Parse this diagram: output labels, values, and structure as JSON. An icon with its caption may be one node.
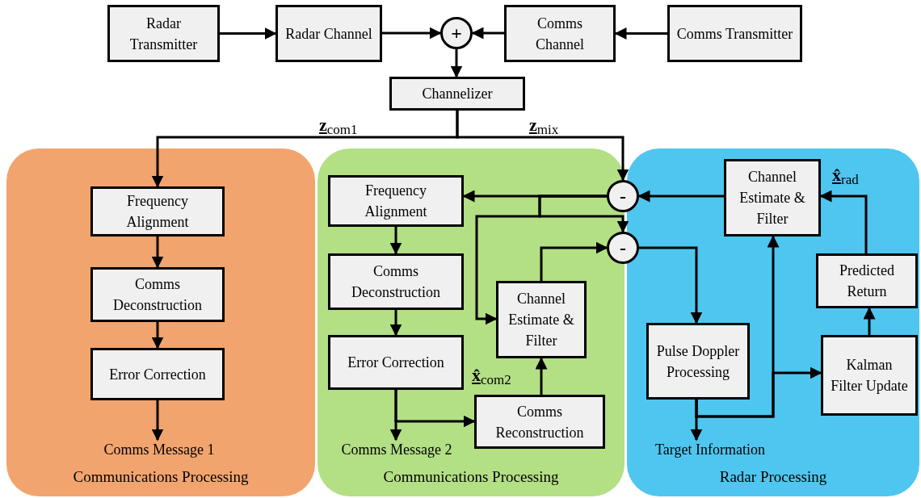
{
  "diagram": {
    "nodes": [
      {
        "text": [
          "Radar Transmitter"
        ]
      },
      {
        "text": [
          "Radar Channel"
        ]
      },
      {
        "text": [
          "+"
        ]
      },
      {
        "text": [
          "Comms Channel"
        ]
      },
      {
        "text": [
          "Comms Transmitter"
        ]
      },
      {
        "text": [
          "Channelizer"
        ]
      },
      {
        "text": [
          "Communications Processing"
        ]
      },
      {
        "text": [
          "Frequency Alignment"
        ],
        "in": 6
      },
      {
        "text": [
          "Comms Deconstruction"
        ],
        "in": 6
      },
      {
        "text": [
          "Error Correction"
        ],
        "in": 6
      },
      {
        "text": [
          "Comms Message 1"
        ],
        "in": 6
      },
      {
        "text": [
          "Communications Processing"
        ]
      },
      {
        "text": [
          "Frequency Alignment"
        ],
        "in": 11
      },
      {
        "text": [
          "Comms Deconstruction"
        ],
        "in": 11
      },
      {
        "text": [
          "Error Correction"
        ],
        "in": 11
      },
      {
        "text": [
          "Channel Estimate & Filter"
        ],
        "in": 11
      },
      {
        "text": [
          "Comms Reconstruction"
        ],
        "in": 11
      },
      {
        "text": [
          "Comms Message 2"
        ],
        "in": 11
      },
      {
        "text": [
          "Radar Processing"
        ]
      },
      {
        "text": [
          "-"
        ]
      },
      {
        "text": [
          "-"
        ]
      },
      {
        "text": [
          "Channel Estimate & Filter"
        ],
        "in": 18
      },
      {
        "text": [
          "Predicted Return"
        ],
        "in": 18
      },
      {
        "text": [
          "Pulse Doppler Processing"
        ],
        "in": 18
      },
      {
        "text": [
          "Kalman Filter Update"
        ],
        "in": 18
      },
      {
        "text": [
          "Target Information"
        ],
        "in": 18
      }
    ],
    "edges": [
      {
        "from": 0,
        "to": 1,
        "arrow": "to"
      },
      {
        "from": 1,
        "to": 2,
        "arrow": "to"
      },
      {
        "from": 3,
        "to": 2,
        "arrow": "to"
      },
      {
        "from": 4,
        "to": 3,
        "arrow": "to"
      },
      {
        "from": 2,
        "to": 5,
        "arrow": "to"
      },
      {
        "from": 5,
        "to": 7,
        "arrow": "to",
        "label": "**z**$_{com1}$"
      },
      {
        "from": 5,
        "to": 19,
        "arrow": "to",
        "label": "**z**$_{mix}$"
      },
      {
        "from": 19,
        "to": 12,
        "arrow": "to"
      },
      {
        "from": 19,
        "to": 15,
        "arrow": "to"
      },
      {
        "from": 19,
        "to": 20,
        "arrow": "to"
      },
      {
        "from": 7,
        "to": 8,
        "arrow": "to"
      },
      {
        "from": 8,
        "to": 9,
        "arrow": "to"
      },
      {
        "from": 9,
        "to": 10,
        "arrow": "to"
      },
      {
        "from": 12,
        "to": 13,
        "arrow": "to"
      },
      {
        "from": 13,
        "to": 14,
        "arrow": "to"
      },
      {
        "from": 14,
        "to": 17,
        "arrow": "to"
      },
      {
        "from": 14,
        "to": 16,
        "arrow": "to"
      },
      {
        "from": 16,
        "to": 15,
        "arrow": "to",
        "label": "**x̂**$_{com2}$"
      },
      {
        "from": 15,
        "to": 20,
        "arrow": "to"
      },
      {
        "from": 21,
        "to": 19,
        "arrow": "to"
      },
      {
        "from": 20,
        "to": 23,
        "arrow": "to"
      },
      {
        "from": 23,
        "to": 25,
        "arrow": "to"
      },
      {
        "from": 23,
        "to": 21,
        "arrow": "to"
      },
      {
        "from": 23,
        "to": 24,
        "arrow": "to"
      },
      {
        "from": 24,
        "to": 22,
        "arrow": "to"
      },
      {
        "from": 22,
        "to": 21,
        "arrow": "to",
        "label": "**x̂**$_{rad}$"
      }
    ]
  }
}
